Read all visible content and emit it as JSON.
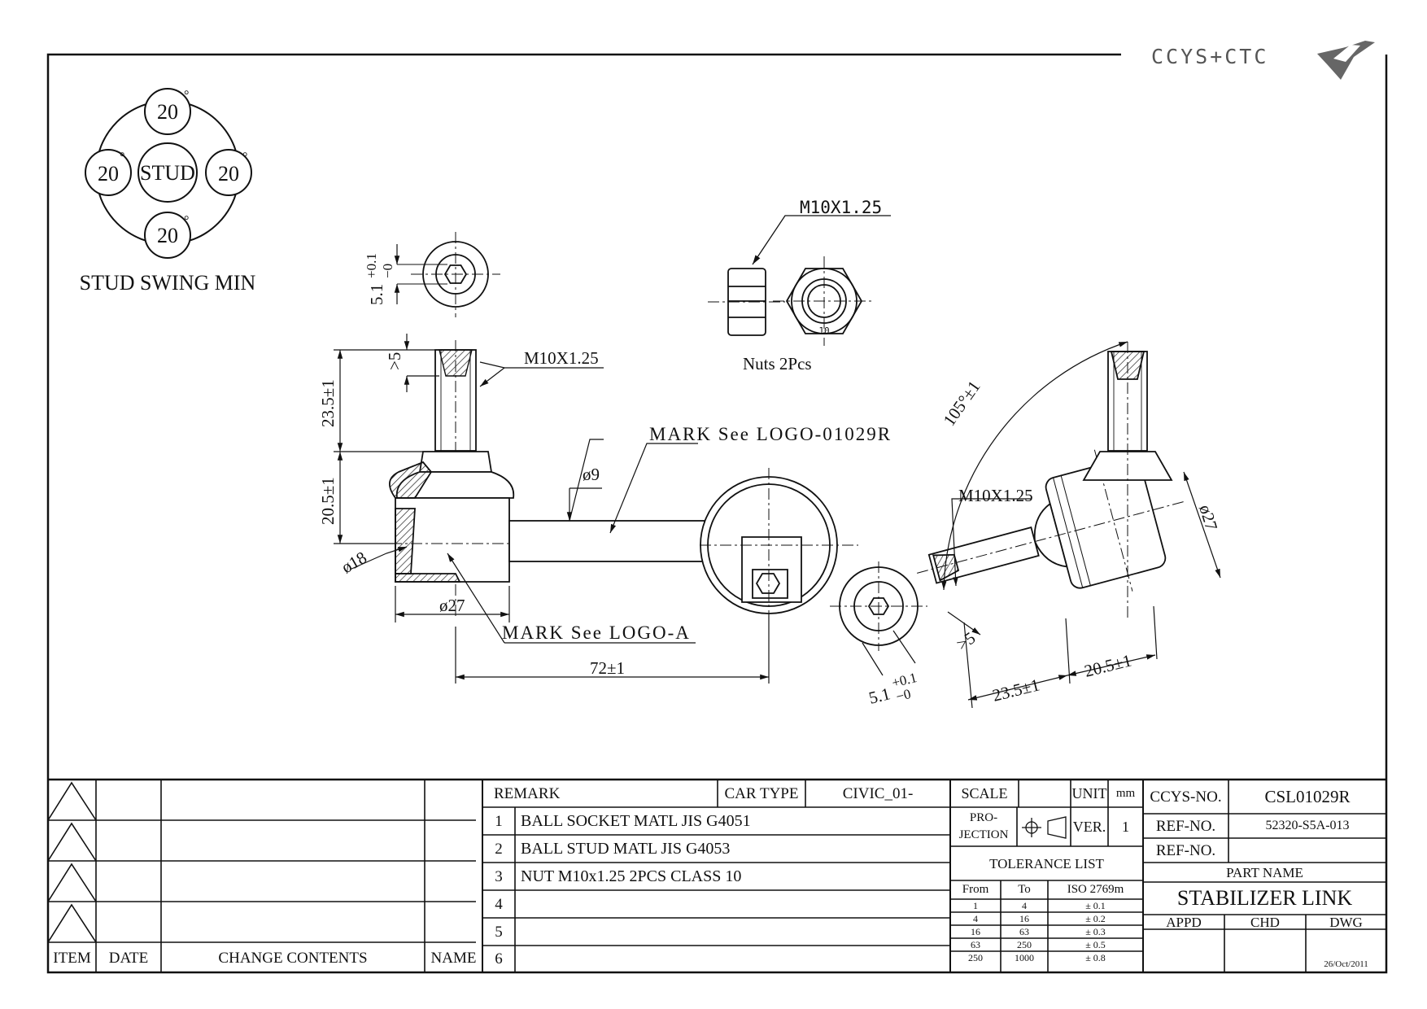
{
  "logo": {
    "text": "CCYS+CTC"
  },
  "swing": {
    "center_label": "STUD",
    "angles": [
      "20",
      "20",
      "20",
      "20"
    ],
    "degree": "°",
    "caption": "STUD SWING MIN"
  },
  "dims": {
    "stud_thread": "M10X1.25",
    "nut_thread": "M10X1.25",
    "nuts_caption": "Nuts 2Pcs",
    "nut_face": "10",
    "height_upper": "23.5±1",
    "height_lower": "20.5±1",
    "hex_top_value": "5.1",
    "hex_top_tol_plus": "+0.1",
    "hex_top_tol_minus": "−0",
    "depth_min": ">5",
    "socket_dia": "ø18",
    "body_dia": "ø27",
    "rod_dia": "ø9",
    "length": "72±1",
    "mark_rod": "MARK See LOGO-01029R",
    "mark_ball": "MARK See LOGO-A",
    "angle": "105°±1",
    "right_thread": "M10X1.25",
    "right_body_dia": "ø27",
    "right_depth_min": ">5",
    "right_height_upper": "23.5±1",
    "right_height_lower": "20.5±1",
    "hex_right_value": "5.1",
    "hex_right_tol_plus": "+0.1",
    "hex_right_tol_minus": "−0"
  },
  "revision_block": {
    "headers": {
      "item": "ITEM",
      "date": "DATE",
      "contents": "CHANGE CONTENTS",
      "name": "NAME"
    }
  },
  "remarks": {
    "header": "REMARK",
    "car_type_label": "CAR TYPE",
    "car_type_value": "CIVIC_01-",
    "rows": [
      {
        "no": "1",
        "text": "BALL SOCKET MATL JIS G4051"
      },
      {
        "no": "2",
        "text": "BALL STUD MATL JIS G4053"
      },
      {
        "no": "3",
        "text": "NUT M10x1.25 2PCS CLASS 10"
      },
      {
        "no": "4",
        "text": ""
      },
      {
        "no": "5",
        "text": ""
      },
      {
        "no": "6",
        "text": ""
      }
    ]
  },
  "spec": {
    "scale_label": "SCALE",
    "scale_value": "",
    "unit_label": "UNIT",
    "unit_value": "mm",
    "projection_label_1": "PRO-",
    "projection_label_2": "JECTION",
    "ver_label": "VER.",
    "ver_value": "1",
    "tolerance_title": "TOLERANCE LIST",
    "tol_headers": [
      "From",
      "To",
      "ISO 2769m"
    ],
    "tolerances": [
      {
        "from": "1",
        "to": "4",
        "tol": "± 0.1"
      },
      {
        "from": "4",
        "to": "16",
        "tol": "± 0.2"
      },
      {
        "from": "16",
        "to": "63",
        "tol": "± 0.3"
      },
      {
        "from": "63",
        "to": "250",
        "tol": "± 0.5"
      },
      {
        "from": "250",
        "to": "1000",
        "tol": "± 0.8"
      }
    ]
  },
  "part": {
    "ccys_label": "CCYS-NO.",
    "ccys_value": "CSL01029R",
    "ref1_label": "REF-NO.",
    "ref1_value": "52320-S5A-013",
    "ref2_label": "REF-NO.",
    "ref2_value": "",
    "part_name_label": "PART NAME",
    "part_name": "STABILIZER LINK",
    "appd": "APPD",
    "chd": "CHD",
    "dwg": "DWG",
    "date": "26/Oct/2011"
  }
}
